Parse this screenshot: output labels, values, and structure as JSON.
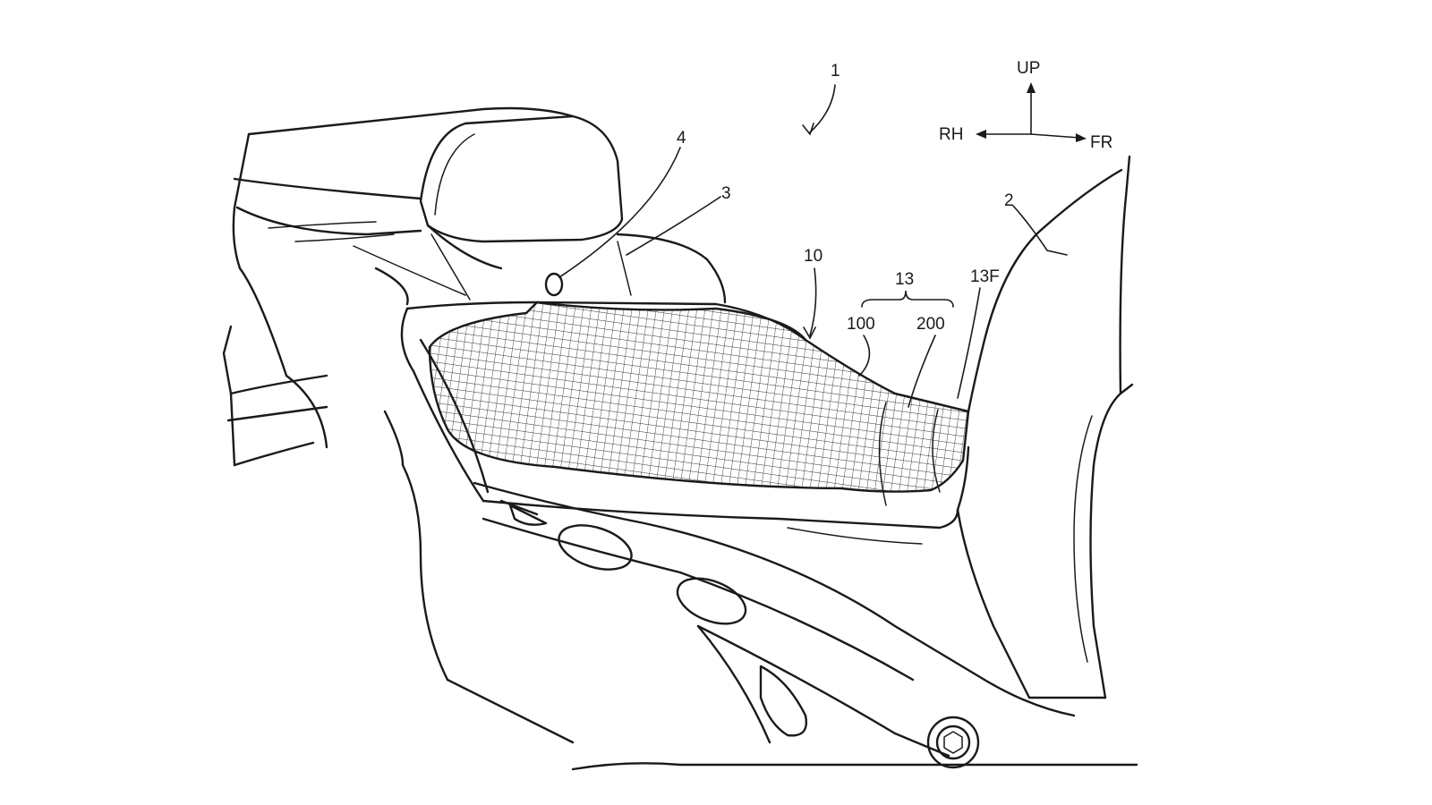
{
  "figure": {
    "labels": {
      "ref_1": "1",
      "ref_2": "2",
      "ref_3": "3",
      "ref_4": "4",
      "ref_10": "10",
      "ref_13": "13",
      "ref_13F": "13F",
      "ref_100": "100",
      "ref_200": "200"
    },
    "directions": {
      "up": "UP",
      "right_hand": "RH",
      "front": "FR"
    },
    "colors": {
      "line": "#1a1a1a",
      "background": "#ffffff"
    }
  }
}
